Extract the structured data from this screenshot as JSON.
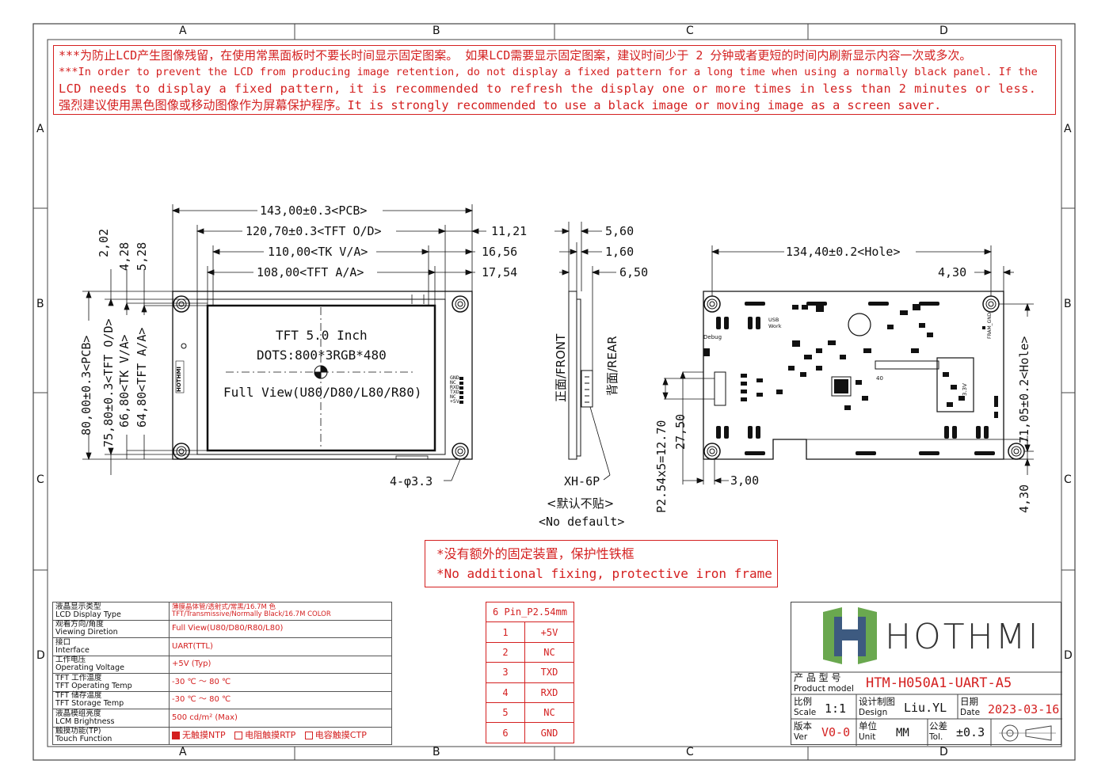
{
  "grid": {
    "columns": [
      "A",
      "B",
      "C",
      "D"
    ],
    "rows": [
      "A",
      "B",
      "C",
      "D"
    ]
  },
  "notice": {
    "line1": "***为防止LCD产生图像残留，在使用常黑面板时不要长时间显示固定图案。 如果LCD需要显示固定图案，建议时间少于 2 分钟或者更短的时间内刷新显示内容一次或多次。",
    "line2": "***In order to prevent the LCD from producing image retention, do not display a fixed pattern for a long time when using a normally black panel. If the",
    "line3": " LCD needs to display a fixed pattern, it is recommended to refresh the display one or more times in less than 2 minutes or less.",
    "line4": "强烈建议使用黑色图像或移动图像作为屏幕保护程序。It is strongly recommended to use a black image or moving image as a screen saver."
  },
  "front_view": {
    "dims_h": [
      "143,00±0.3<PCB>",
      "120,70±0.3<TFT O/D>",
      "110,00<TK V/A>",
      "108,00<TFT A/A>"
    ],
    "dims_h_right": [
      "11,21",
      "16,56",
      "17,54"
    ],
    "dims_v_top": [
      "2,02",
      "4,28",
      "5,28"
    ],
    "dims_v": [
      "80,00±0.3<PCB>",
      "75,80±0.3<TFT O/D>",
      "66,80<TK V/A>",
      "64,80<TFT A/A>"
    ],
    "screen_title": "TFT 5.0 Inch",
    "screen_dots": "DOTS:800*3RGB*480",
    "screen_view": "Full View(U80/D80/L80/R80)",
    "hole_label": "4-φ3.3",
    "brand_small": "HOTHMI",
    "conn_pins": [
      "GND",
      "NC",
      "RXD",
      "TXD",
      "NC",
      "+5V"
    ]
  },
  "side_view": {
    "dims": [
      "5,60",
      "1,60",
      "6,50"
    ],
    "front_label": "正面/FRONT",
    "rear_label": "背面/REAR",
    "conn": "XH-6P",
    "conn_cn": "<默认不贴>",
    "conn_en": "<No default>"
  },
  "rear_view": {
    "dim_hole": "134,40±0.2<Hole>",
    "dim_right_top": "4,30",
    "dim_hole_v": "71,05±0.2<Hole>",
    "dim_right_bottom": "4,30",
    "dim_pitch": "P2.54x5=12.70",
    "dim_2750": "27,50",
    "dim_300": "3,00",
    "labels": [
      "Debug",
      "USB",
      "Work",
      "FRAM_GND",
      "3.3V",
      "40"
    ]
  },
  "frame_note": {
    "cn": "*没有额外的固定装置，保护性铁框",
    "en": "*No additional fixing, protective iron frame"
  },
  "spec_table": [
    {
      "cn": "液晶显示类型",
      "en": "LCD Display Type",
      "v1": "薄膜晶体管/透射式/常黑/16.7M 色",
      "v2": "TFT/Transmissive/Normally Black/16.7M COLOR"
    },
    {
      "cn": "观看方向/角度",
      "en": "Viewing Diretion",
      "v1": "Full View(U80/D80/R80/L80)",
      "v2": ""
    },
    {
      "cn": "接口",
      "en": "Interface",
      "v1": "UART(TTL)",
      "v2": ""
    },
    {
      "cn": "工作电压",
      "en": "Operating Voltage",
      "v1": "+5V (Typ)",
      "v2": ""
    },
    {
      "cn": "TFT 工作温度",
      "en": "TFT Operating Temp",
      "v1": "-30 ℃ ～ 80 ℃",
      "v2": ""
    },
    {
      "cn": "TFT 储存温度",
      "en": "TFT Storage Temp",
      "v1": "-30 ℃ ～ 80 ℃",
      "v2": ""
    },
    {
      "cn": "液晶模组亮度",
      "en": "LCM Brightness",
      "v1": "500 cd/m² (Max)",
      "v2": ""
    }
  ],
  "touch_row": {
    "cn": "触摸功能(TP)",
    "en": "Touch Function",
    "opt1": "无触摸NTP",
    "opt2": "电阻触摸RTP",
    "opt3": "电容触摸CTP"
  },
  "pin_table": {
    "header": "6 Pin_P2.54mm",
    "rows": [
      {
        "n": "1",
        "s": "+5V"
      },
      {
        "n": "2",
        "s": "NC"
      },
      {
        "n": "3",
        "s": "TXD"
      },
      {
        "n": "4",
        "s": "RXD"
      },
      {
        "n": "5",
        "s": "NC"
      },
      {
        "n": "6",
        "s": "GND"
      }
    ]
  },
  "title_block": {
    "brand": "HOTHMI",
    "model_cn": "产 品 型 号",
    "model_en": "Product model",
    "model_value": "HTM-H050A1-UART-A5",
    "scale_cn": "比例",
    "scale_en": "Scale",
    "scale_value": "1:1",
    "design_cn": "设计制图",
    "design_en": "Design",
    "design_value": "Liu.YL",
    "date_cn": "日期",
    "date_en": "Date",
    "date_value": "2023-03-16",
    "ver_cn": "版本",
    "ver_en": "Ver",
    "ver_value": "V0-0",
    "unit_cn": "单位",
    "unit_en": "Unit",
    "unit_value": "MM",
    "tol_cn": "公差",
    "tol_en": "Tol.",
    "tol_value": "±0.3"
  },
  "colors": {
    "accent": "#d42020",
    "logo_green": "#6aa84f",
    "logo_blue": "#3d5a80",
    "line": "#111111"
  }
}
